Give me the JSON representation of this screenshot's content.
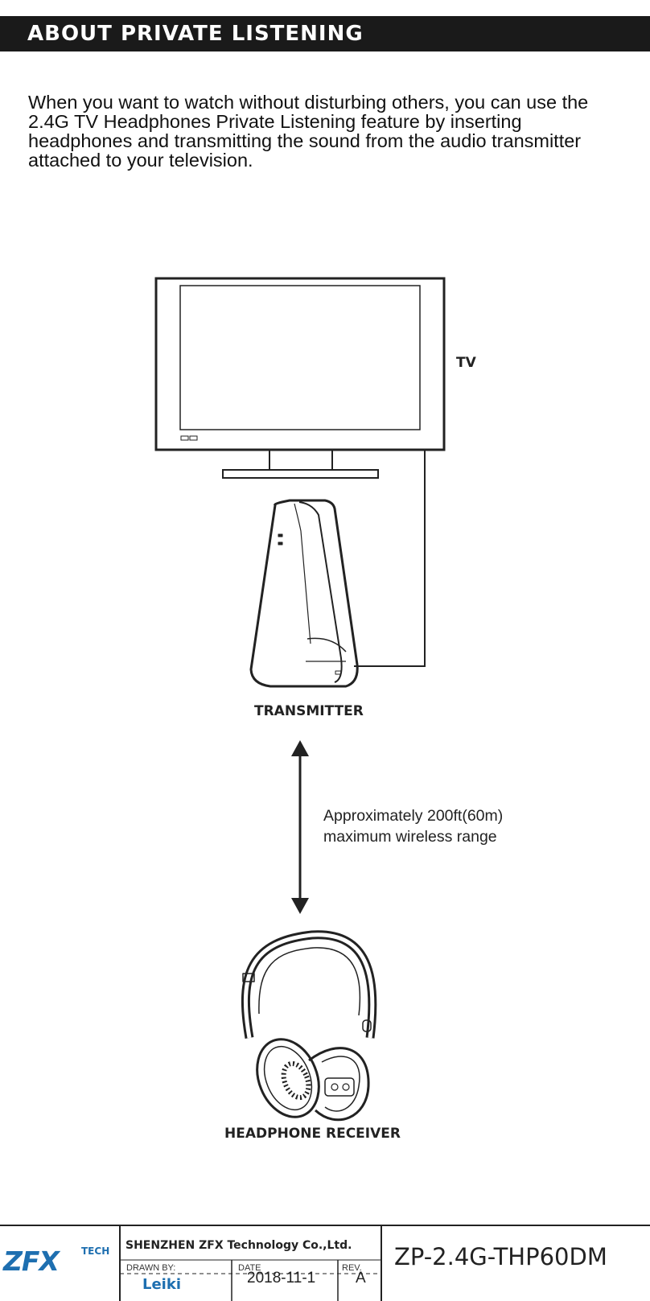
{
  "header": {
    "title": "ABOUT  PRIVATE LISTENING"
  },
  "intro": {
    "text": "When you want to watch without disturbing others, you can use the 2.4G TV Headphones Private Listening feature by inserting headphones and transmitting the sound from the audio transmitter attached to your television."
  },
  "diagram": {
    "tv_label": "TV",
    "transmitter_label": "TRANSMITTER",
    "range_line1": "Approximately 200ft(60m)",
    "range_line2": "maximum wireless range",
    "headphone_label": "HEADPHONE RECEIVER"
  },
  "title_block": {
    "logo_main": "ZFX",
    "logo_sup": "TECH",
    "company": "SHENZHEN ZFX Technology Co.,Ltd.",
    "drawn_by_label": "DRAWN BY:",
    "drawn_by_value": "Leiki",
    "date_label": "DATE",
    "date_value": "2018-11-1",
    "rev_label": "REV.",
    "rev_value": "A",
    "model": "ZP-2.4G-THP60DM"
  },
  "colors": {
    "banner": "#1a1a1a",
    "brand_blue": "#1e6fb0"
  }
}
